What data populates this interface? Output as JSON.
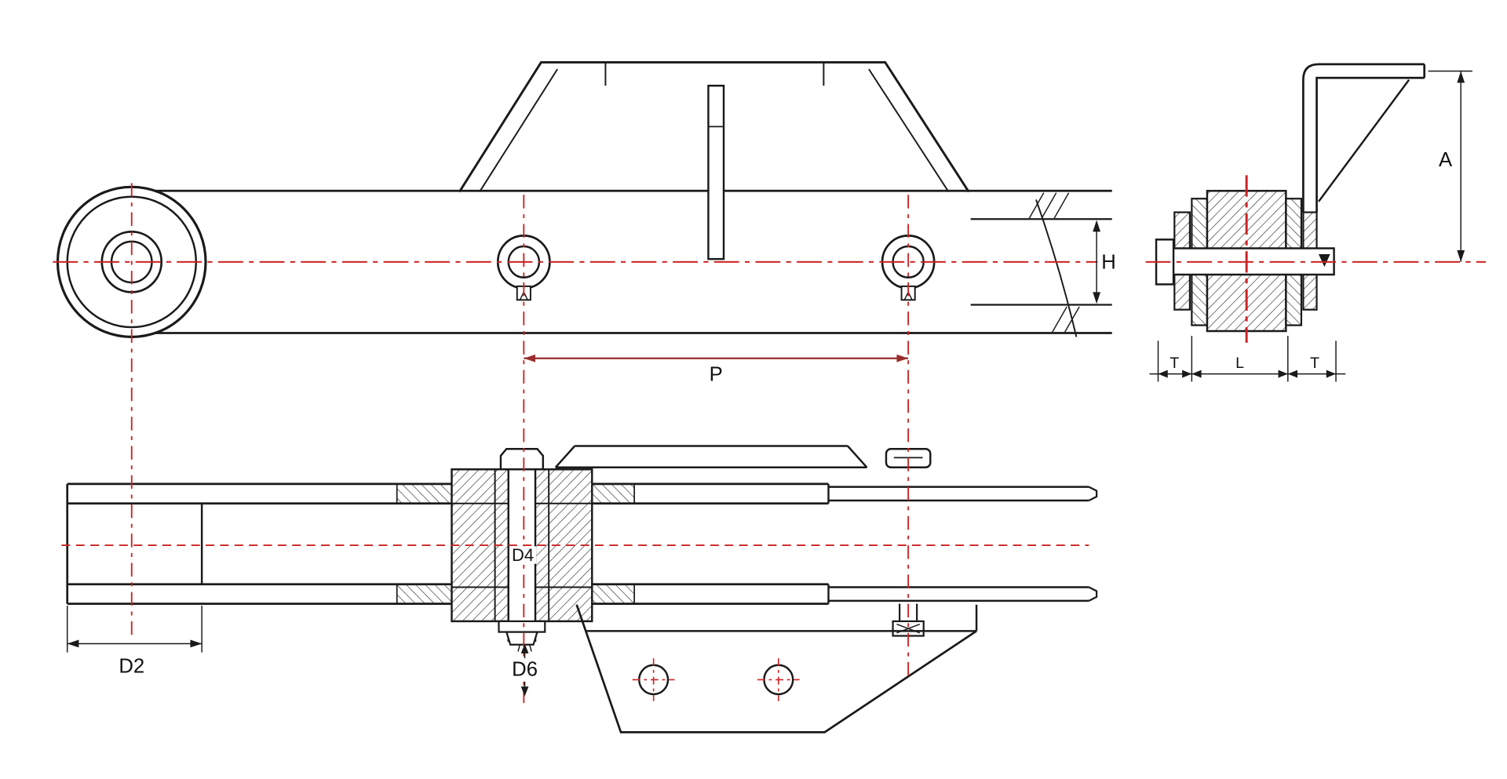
{
  "colors": {
    "outline": "#1a1a1a",
    "centerline_red": "#cc2222",
    "pitch_dimension_red": "#9b2d2d",
    "background": "#ffffff"
  },
  "dimension_labels": {
    "H": "H",
    "P": "P",
    "A": "A",
    "T_left": "T",
    "L": "L",
    "T_right": "T",
    "D2": "D2",
    "D4": "D4",
    "D6": "D6"
  }
}
